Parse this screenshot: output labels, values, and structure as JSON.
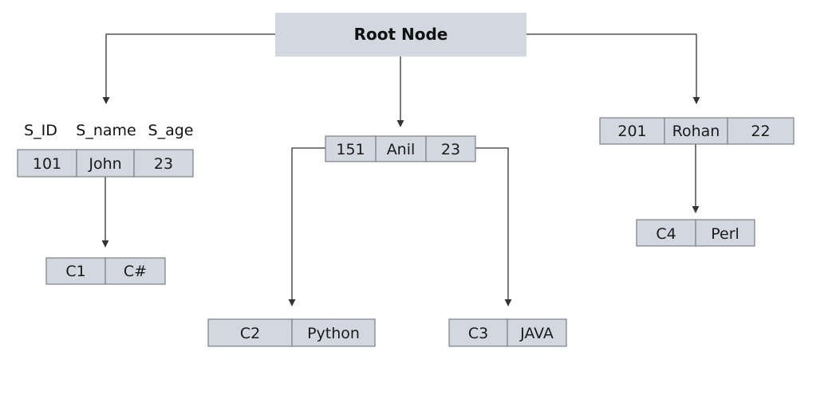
{
  "root": {
    "label": "Root Node"
  },
  "column_headers": [
    "S_ID",
    "S_name",
    "S_age"
  ],
  "students": [
    {
      "cells": [
        "101",
        "John",
        "23"
      ]
    },
    {
      "cells": [
        "151",
        "Anil",
        "23"
      ]
    },
    {
      "cells": [
        "201",
        "Rohan",
        "22"
      ]
    }
  ],
  "courses": [
    {
      "cells": [
        "C1",
        "C#"
      ]
    },
    {
      "cells": [
        "C2",
        "Python"
      ]
    },
    {
      "cells": [
        "C3",
        "JAVA"
      ]
    },
    {
      "cells": [
        "C4",
        "Perl"
      ]
    }
  ],
  "colors": {
    "box_fill": "#d3d8e0",
    "box_border": "#7a7f87",
    "edge": "#333333"
  }
}
